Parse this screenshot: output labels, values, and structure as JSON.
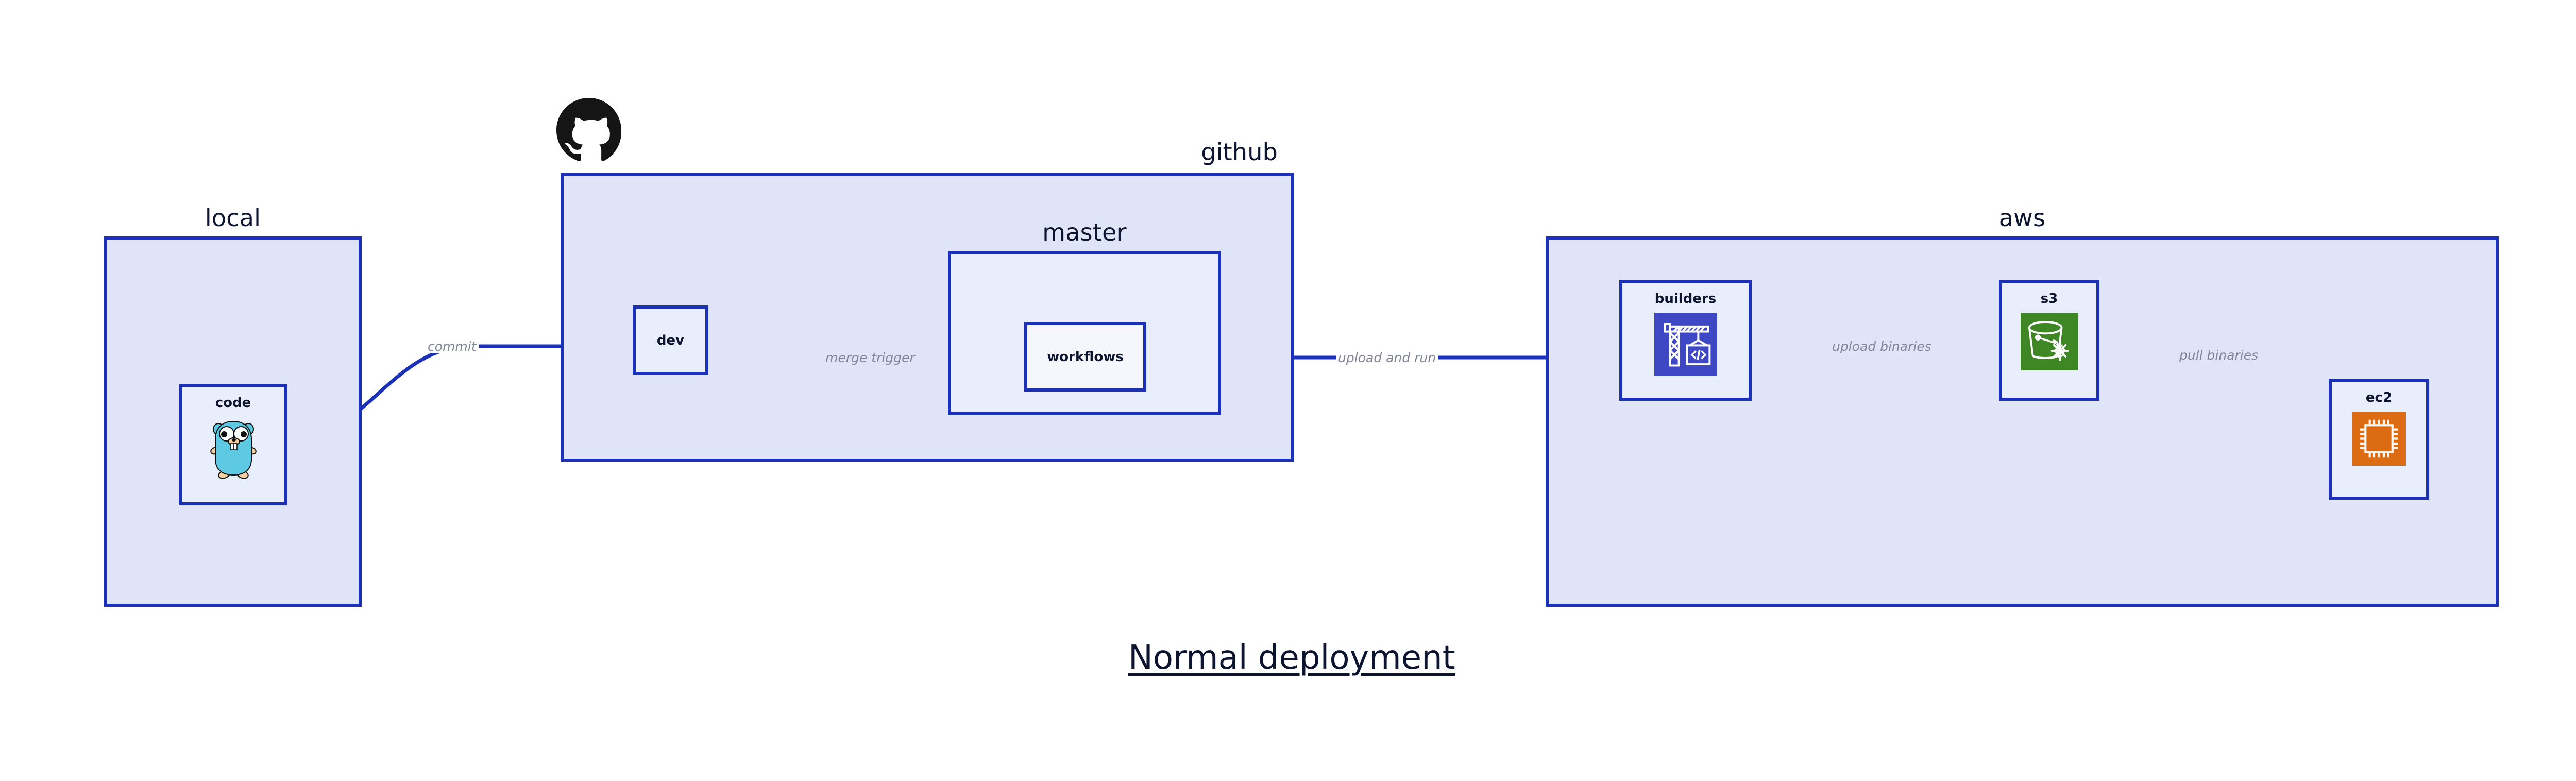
{
  "title": "Normal deployment",
  "colors": {
    "border": "#1a31b8",
    "group_fill": "#dfe4f9",
    "subgroup_fill": "#e8edfb",
    "node_fill": "#e9eefc",
    "arrow": "#1a31b8",
    "edge_label": "#7f8594",
    "text": "#0d1430",
    "gopher_body": "#5dc9e2",
    "codebuild_bg": "#3f48c4",
    "s3_bg": "#3f8624",
    "ec2_bg": "#dd6b13",
    "octocat": "#151515"
  },
  "groups": [
    {
      "id": "local",
      "label": "local"
    },
    {
      "id": "github",
      "label": "github"
    },
    {
      "id": "aws",
      "label": "aws"
    }
  ],
  "subgroups": [
    {
      "id": "master",
      "label": "master",
      "parent": "github"
    }
  ],
  "nodes": [
    {
      "id": "code",
      "label": "code",
      "parent": "local",
      "icon": "go-gopher-icon"
    },
    {
      "id": "dev",
      "label": "dev",
      "parent": "github",
      "icon": "none"
    },
    {
      "id": "workflows",
      "label": "workflows",
      "parent": "master",
      "icon": "none"
    },
    {
      "id": "builders",
      "label": "builders",
      "parent": "aws",
      "icon": "aws-codebuild-crane-icon"
    },
    {
      "id": "s3",
      "label": "s3",
      "parent": "aws",
      "icon": "aws-s3-bucket-snowflake-icon"
    },
    {
      "id": "ec2",
      "label": "ec2",
      "parent": "aws",
      "icon": "aws-ec2-chip-icon"
    }
  ],
  "edges": [
    {
      "id": "commit",
      "label": "commit",
      "from": "code",
      "to": "dev",
      "shape": "curved"
    },
    {
      "id": "merge-trigger",
      "label": "merge trigger",
      "from": "dev",
      "to": "workflows",
      "shape": "straight"
    },
    {
      "id": "upload-and-run",
      "label": "upload and run",
      "from": "workflows",
      "to": "builders",
      "shape": "straight"
    },
    {
      "id": "upload-binaries",
      "label": "upload binaries",
      "from": "builders",
      "to": "s3",
      "shape": "straight"
    },
    {
      "id": "pull-binaries",
      "label": "pull binaries",
      "from": "s3",
      "to": "ec2",
      "shape": "curved"
    }
  ],
  "brand_marks": [
    {
      "id": "github-octocat",
      "icon": "github-octocat-icon",
      "attached_to": "github"
    }
  ]
}
